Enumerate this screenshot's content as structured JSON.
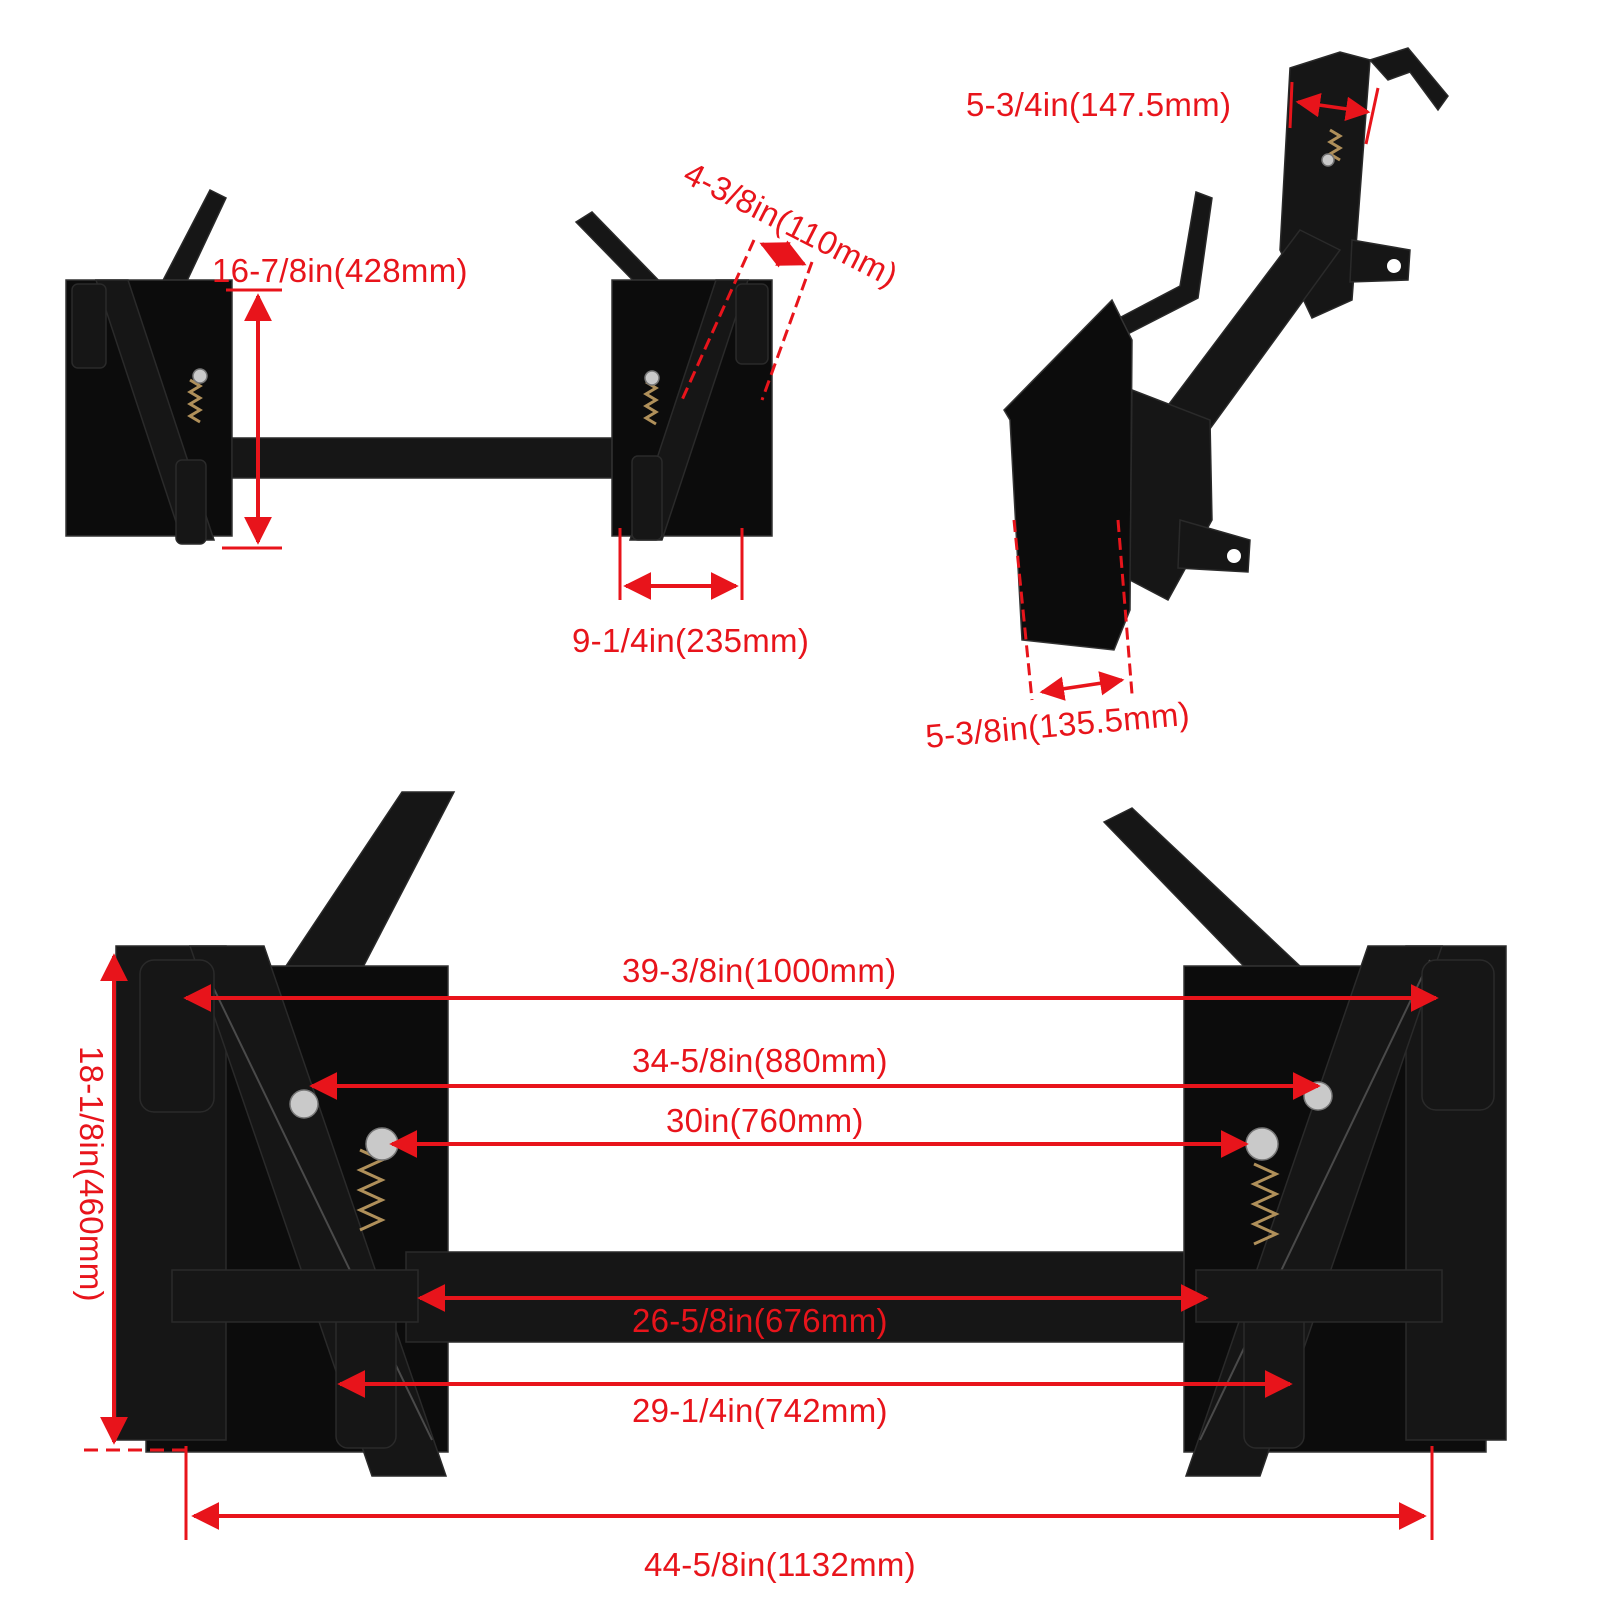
{
  "colors": {
    "annotation": "#e8141b",
    "metal": "#161616",
    "background": "#ffffff"
  },
  "views": {
    "front_small": {
      "height_label": "16-7/8in(428mm)",
      "plate_width_label": "9-1/4in(235mm)",
      "offset_label": "4-3/8in(110mm)"
    },
    "side": {
      "top_label": "5-3/4in(147.5mm)",
      "bottom_label": "5-3/8in(135.5mm)"
    },
    "front_large": {
      "lug_span_label": "39-3/8in(1000mm)",
      "spring_span_label": "34-5/8in(880mm)",
      "pin_span_label": "30in(760mm)",
      "tube_length_label": "26-5/8in(676mm)",
      "lower_span_label": "29-1/4in(742mm)",
      "overall_width_label": "44-5/8in(1132mm)",
      "height_label": "18-1/8in(460mm)"
    }
  }
}
